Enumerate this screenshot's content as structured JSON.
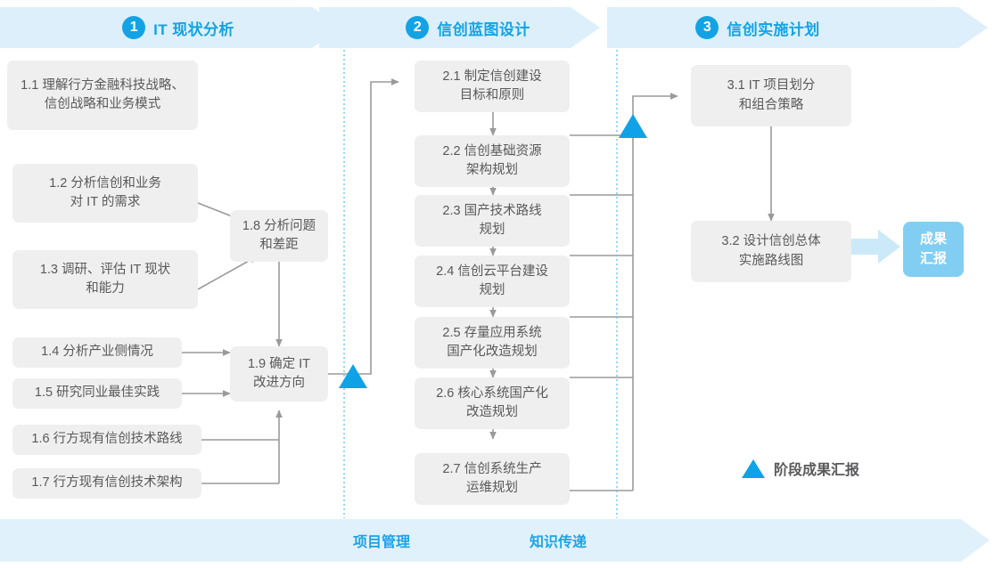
{
  "diagram": {
    "title": "IT 现状分析 / 信创蓝图设计 / 信创实施计划 流程图",
    "colors": {
      "accent": "#13A3E5",
      "band_bg": "#DCEFFA",
      "box_bg": "#EFEFEF",
      "box_text": "#59595B",
      "result_bg": "#82CEF2",
      "connector": "#9A9A9A",
      "swimlane_divider": "#6EC6E8"
    }
  },
  "phases": [
    {
      "number": "1",
      "label": "IT 现状分析"
    },
    {
      "number": "2",
      "label": "信创蓝图设计"
    },
    {
      "number": "3",
      "label": "信创实施计划"
    }
  ],
  "phase1_tasks": [
    {
      "id": "1.1",
      "text": "1.1 理解行方金融科技战略、\n信创战略和业务模式"
    },
    {
      "id": "1.2",
      "text": "1.2 分析信创和业务\n对 IT 的需求"
    },
    {
      "id": "1.3",
      "text": "1.3 调研、评估 IT 现状\n和能力"
    },
    {
      "id": "1.4",
      "text": "1.4 分析产业侧情况"
    },
    {
      "id": "1.5",
      "text": "1.5 研究同业最佳实践"
    },
    {
      "id": "1.6",
      "text": "1.6 行方现有信创技术路线"
    },
    {
      "id": "1.7",
      "text": "1.7 行方现有信创技术架构"
    },
    {
      "id": "1.8",
      "text": "1.8 分析问题\n和差距"
    },
    {
      "id": "1.9",
      "text": "1.9 确定 IT\n改进方向"
    }
  ],
  "phase2_tasks": [
    {
      "id": "2.1",
      "text": "2.1 制定信创建设\n目标和原则"
    },
    {
      "id": "2.2",
      "text": "2.2 信创基础资源\n架构规划"
    },
    {
      "id": "2.3",
      "text": "2.3 国产技术路线\n规划"
    },
    {
      "id": "2.4",
      "text": "2.4 信创云平台建设\n规划"
    },
    {
      "id": "2.5",
      "text": "2.5 存量应用系统\n国产化改造规划"
    },
    {
      "id": "2.6",
      "text": "2.6 核心系统国产化\n改造规划"
    },
    {
      "id": "2.7",
      "text": "2.7 信创系统生产\n运维规划"
    }
  ],
  "phase3_tasks": [
    {
      "id": "3.1",
      "text": "3.1 IT 项目划分\n和组合策略"
    },
    {
      "id": "3.2",
      "text": "3.2 设计信创总体\n实施路线图"
    }
  ],
  "result_box": {
    "text": "成果\n汇报"
  },
  "legend": {
    "icon": "triangle-icon",
    "text": "阶段成果汇报"
  },
  "footer": [
    {
      "label": "项目管理"
    },
    {
      "label": "知识传递"
    }
  ]
}
